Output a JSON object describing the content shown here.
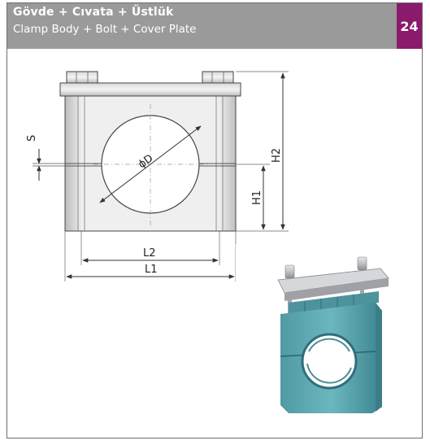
{
  "header": {
    "title_tr": "Gövde + Cıvata + Üstlük",
    "title_en": "Clamp Body + Bolt + Cover Plate",
    "page_number": "24"
  },
  "drawing": {
    "labels": {
      "s": "S",
      "diameter": "ϕD",
      "h1": "H1",
      "h2": "H2",
      "l1": "L1",
      "l2": "L2"
    }
  }
}
